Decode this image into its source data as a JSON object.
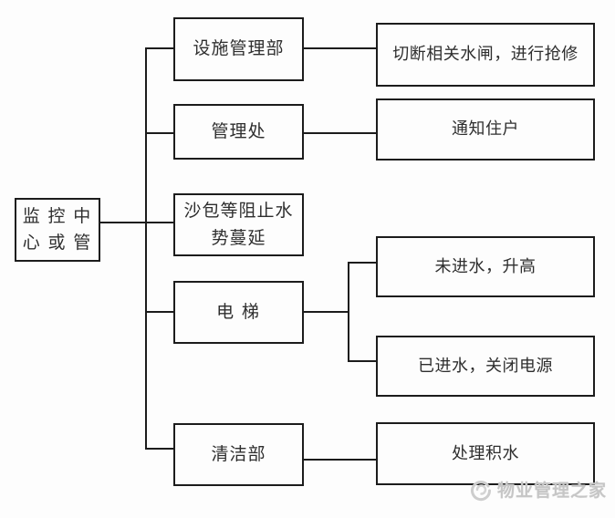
{
  "flowchart": {
    "root": {
      "label": "监 控 中\n心 或 管"
    },
    "level1": [
      {
        "id": "facilities-dept",
        "label": "设施管理部"
      },
      {
        "id": "management-office",
        "label": "管理处"
      },
      {
        "id": "sandbags",
        "label": "沙包等阻止水\n势蔓延"
      },
      {
        "id": "elevator",
        "label": "电 梯"
      },
      {
        "id": "cleaning-dept",
        "label": "清洁部"
      }
    ],
    "level2": [
      {
        "id": "shut-valves",
        "label": "切断相关水闸，进行抢修"
      },
      {
        "id": "notify-residents",
        "label": "通知住户"
      },
      {
        "id": "not-flooded",
        "label": "未进水，升高"
      },
      {
        "id": "flooded",
        "label": "已进水，关闭电源"
      },
      {
        "id": "drain-water",
        "label": "处理积水"
      }
    ]
  },
  "watermark": {
    "label": "物业管理之家"
  },
  "colors": {
    "line": "#1c1c1c",
    "text": "#2e2e2e",
    "watermark": "#c6c6c6",
    "background": "#fdfdfd"
  }
}
